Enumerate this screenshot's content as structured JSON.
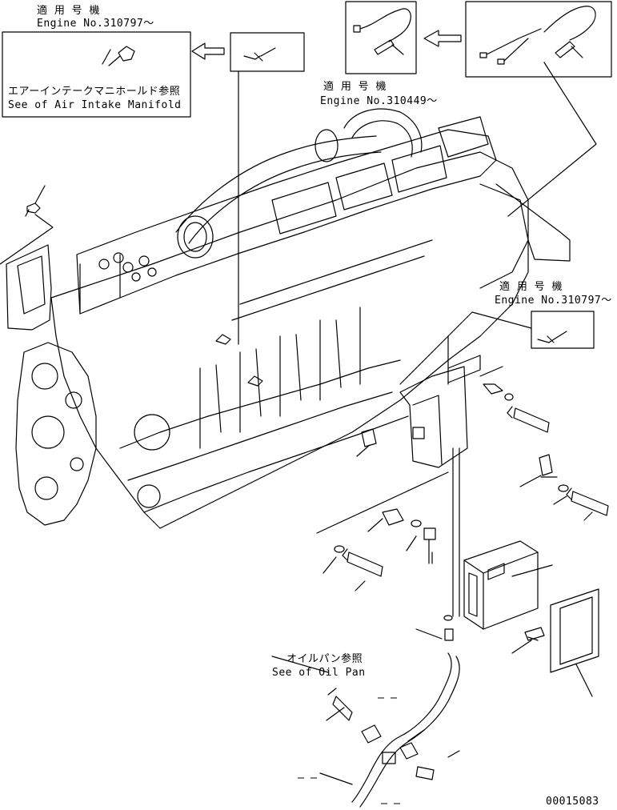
{
  "callouts": {
    "applicable_engine_label_jp": "適 用 号 機",
    "engine_310797_top": "Engine No.310797～",
    "engine_310449": "Engine No.310449～",
    "engine_310797_right": "Engine No.310797～"
  },
  "references": {
    "air_intake_jp": "エアーインテークマニホールド参照",
    "air_intake_en": "See of Air Intake Manifold",
    "oil_pan_jp": "オイルパン参照",
    "oil_pan_en": "See of Oil Pan"
  },
  "drawing_number": "00015083",
  "colors": {
    "line": "#000000",
    "background": "#ffffff"
  }
}
